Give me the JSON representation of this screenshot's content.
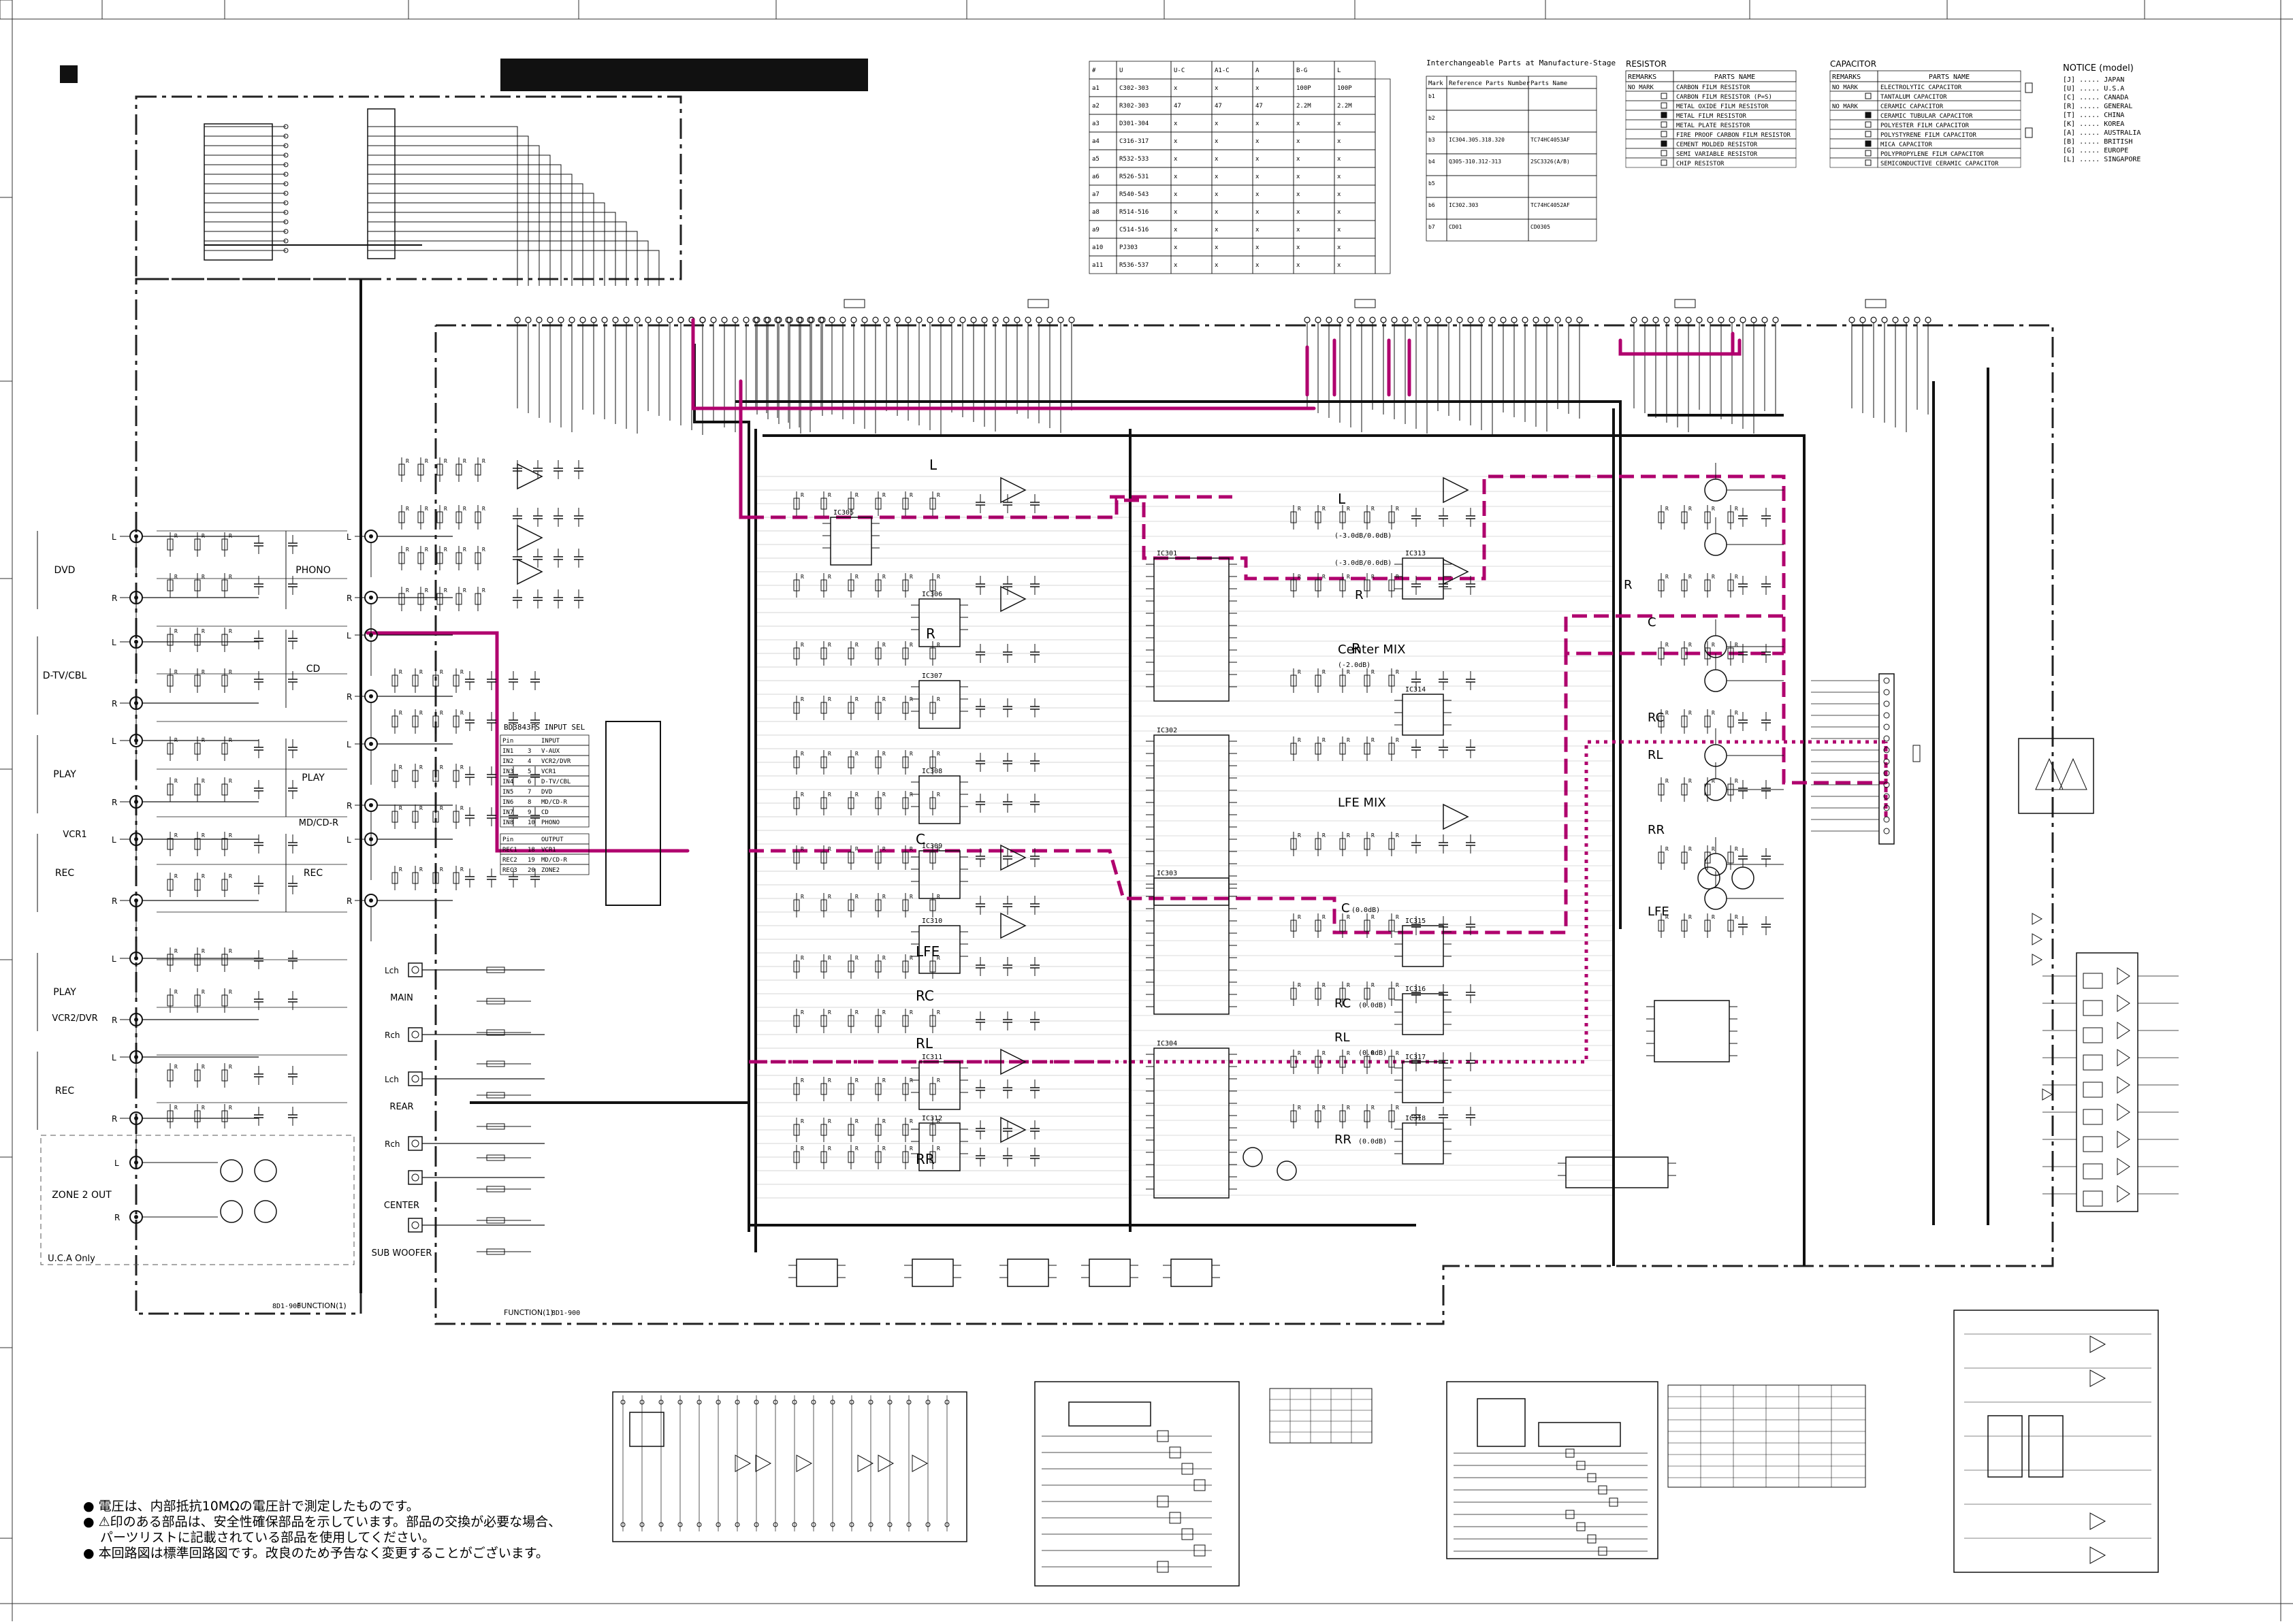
{
  "header": {
    "title_bar_text": ""
  },
  "boards": {
    "function_a": "FUNCTION(1)",
    "function_a_code": "8D1-900",
    "function_b": "FUNCTION(1)",
    "function_b_code": "8D1-900"
  },
  "input_jacks": [
    {
      "name": "DVD",
      "channels": [
        "L",
        "R"
      ]
    },
    {
      "name": "D-TV/CBL",
      "channels": [
        "L",
        "R"
      ]
    },
    {
      "name": "PLAY",
      "channels": [
        "L",
        "R"
      ]
    },
    {
      "name": "REC",
      "channels": [
        "L",
        "R"
      ]
    },
    {
      "name": "PLAY",
      "channels": [
        "L",
        "R"
      ]
    },
    {
      "name": "REC",
      "channels": [
        "L",
        "R"
      ]
    }
  ],
  "input_group_labels": [
    "VCR1",
    "VCR2/DVR"
  ],
  "zone2": {
    "label": "ZONE 2 OUT",
    "note": "U.C.A Only",
    "channels": [
      "L",
      "R"
    ]
  },
  "mid_jacks": [
    {
      "name": "PHONO",
      "channels": [
        "L",
        "R"
      ]
    },
    {
      "name": "CD",
      "channels": [
        "L",
        "R"
      ]
    },
    {
      "name": "PLAY",
      "channels": [
        "L",
        "R"
      ]
    },
    {
      "name": "REC",
      "channels": [
        "L",
        "R"
      ]
    }
  ],
  "mid_group_label": "MD/CD-R",
  "output_jacks": [
    {
      "name": "MAIN",
      "channels": [
        "Lch",
        "Rch"
      ]
    },
    {
      "name": "REAR",
      "channels": [
        "Lch",
        "Rch"
      ]
    },
    {
      "name": "CENTER",
      "channels": []
    },
    {
      "name": "SUB WOOFER",
      "channels": []
    }
  ],
  "channel_blocks": [
    "L",
    "R",
    "C",
    "LFE",
    "RC",
    "RL",
    "RR",
    "Center MIX",
    "LFE MIX"
  ],
  "right_channels": [
    "R",
    "C",
    "RC",
    "RL",
    "RR",
    "LFE"
  ],
  "mix_notes": [
    "(-3.0dB/0.0dB)",
    "(-3.0dB/0.0dB)",
    "(-2.0dB)",
    "(0.0dB)",
    "(0.0dB)",
    "(0.0dB)",
    "(0.0dB)"
  ],
  "ic_labels": [
    "IC301",
    "IC302",
    "IC303",
    "IC304",
    "IC305",
    "IC306",
    "IC307",
    "IC308",
    "IC309",
    "IC310",
    "IC311",
    "IC312",
    "IC313",
    "IC314",
    "IC315",
    "IC316",
    "IC317",
    "IC318"
  ],
  "input_sel_table": {
    "title": "BD3843FS  INPUT SEL",
    "rows": [
      [
        "Pin",
        "",
        "INPUT"
      ],
      [
        "IN1",
        "3",
        "V-AUX"
      ],
      [
        "IN2",
        "4",
        "VCR2/DVR"
      ],
      [
        "IN3",
        "5",
        "VCR1"
      ],
      [
        "IN4",
        "6",
        "D-TV/CBL"
      ],
      [
        "IN5",
        "7",
        "DVD"
      ],
      [
        "IN6",
        "8",
        "MD/CD-R"
      ],
      [
        "IN7",
        "9",
        "CD"
      ],
      [
        "IN8",
        "10",
        "PHONO"
      ]
    ],
    "out_rows": [
      [
        "Pin",
        "",
        "OUTPUT"
      ],
      [
        "REC1",
        "18",
        "VCR1"
      ],
      [
        "REC2",
        "19",
        "MD/CD-R"
      ],
      [
        "REC3",
        "20",
        "ZONE2"
      ]
    ]
  },
  "parts_table": {
    "headers": [
      "#",
      "U",
      "U-C",
      "A1-C",
      "A",
      "B-G",
      "L"
    ],
    "rows": [
      [
        "a1",
        "C302-303",
        "x",
        "x",
        "x",
        "100P",
        "100P"
      ],
      [
        "a2",
        "R302-303",
        "47",
        "47",
        "47",
        "2.2M",
        "2.2M"
      ],
      [
        "a3",
        "D301-304",
        "x",
        "x",
        "x",
        "x",
        "x"
      ],
      [
        "a4",
        "C316-317",
        "x",
        "x",
        "x",
        "x",
        "x"
      ],
      [
        "a5",
        "R532-533",
        "x",
        "x",
        "x",
        "x",
        "x"
      ],
      [
        "a6",
        "R526-531",
        "x",
        "x",
        "x",
        "x",
        "x"
      ],
      [
        "a7",
        "R540-543",
        "x",
        "x",
        "x",
        "x",
        "x"
      ],
      [
        "a8",
        "R514-516",
        "x",
        "x",
        "x",
        "x",
        "x"
      ],
      [
        "a9",
        "C514-516",
        "x",
        "x",
        "x",
        "x",
        "x"
      ],
      [
        "a10",
        "PJ303",
        "x",
        "x",
        "x",
        "x",
        "x"
      ],
      [
        "a11",
        "R536-537",
        "x",
        "x",
        "x",
        "x",
        "x"
      ]
    ]
  },
  "interchangeable": {
    "title": "Interchangeable Parts at Manufacture-Stage",
    "headers": [
      "Mark",
      "Reference Parts Number",
      "Parts Name"
    ],
    "rows": [
      [
        "b1",
        "",
        ""
      ],
      [
        "b2",
        "",
        ""
      ],
      [
        "b3",
        "IC304.305.318.320",
        "TC74HC4053AF"
      ],
      [
        "b4",
        "Q305-310.312-313",
        "2SC3326(A/B)"
      ],
      [
        "b5",
        "",
        ""
      ],
      [
        "b6",
        "IC302.303",
        "TC74HC4052AF"
      ],
      [
        "b7",
        "CD01",
        "CD0305"
      ]
    ]
  },
  "resistor_legend": {
    "title": "RESISTOR",
    "headers": [
      "REMARKS",
      "PARTS NAME"
    ],
    "rows": [
      [
        "NO MARK",
        "CARBON FILM RESISTOR"
      ],
      [
        "",
        "CARBON FILM RESISTOR (P=S)"
      ],
      [
        "",
        "METAL OXIDE FILM RESISTOR"
      ],
      [
        "",
        "METAL FILM RESISTOR"
      ],
      [
        "",
        "METAL PLATE RESISTOR"
      ],
      [
        "",
        "FIRE PROOF CARBON FILM RESISTOR"
      ],
      [
        "",
        "CEMENT MOLDED RESISTOR"
      ],
      [
        "",
        "SEMI VARIABLE RESISTOR"
      ],
      [
        "",
        "CHIP RESISTOR"
      ]
    ]
  },
  "capacitor_legend": {
    "title": "CAPACITOR",
    "headers": [
      "REMARKS",
      "PARTS NAME"
    ],
    "rows": [
      [
        "NO MARK",
        "ELECTROLYTIC CAPACITOR"
      ],
      [
        "",
        "TANTALUM CAPACITOR"
      ],
      [
        "NO MARK",
        "CERAMIC CAPACITOR"
      ],
      [
        "",
        "CERAMIC TUBULAR CAPACITOR"
      ],
      [
        "",
        "POLYESTER FILM CAPACITOR"
      ],
      [
        "",
        "POLYSTYRENE FILM CAPACITOR"
      ],
      [
        "",
        "MICA CAPACITOR"
      ],
      [
        "",
        "POLYPROPYLENE FILM CAPACITOR"
      ],
      [
        "",
        "SEMICONDUCTIVE CERAMIC CAPACITOR"
      ]
    ]
  },
  "notice": {
    "title": "NOTICE (model)",
    "rows": [
      "[J] ..... JAPAN",
      "[U] ..... U.S.A",
      "[C] ..... CANADA",
      "[R] ..... GENERAL",
      "[T] ..... CHINA",
      "[K] ..... KOREA",
      "[A] ..... AUSTRALIA",
      "[B] ..... BRITISH",
      "[G] ..... EUROPE",
      "[L] ..... SINGAPORE"
    ]
  },
  "notes": [
    "● 電圧は、内部抵抗10MΩの電圧計で測定したものです。",
    "● ⚠印のある部品は、安全性確保部品を示しています。部品の交換が必要な場合、",
    "　 パーツリストに記載されている部品を使用してください。",
    "● 本回路図は標準回路図です。改良のため予告なく変更することがございます。"
  ],
  "colors": {
    "signal_highlight": "#b0006e",
    "ink": "#111111"
  }
}
